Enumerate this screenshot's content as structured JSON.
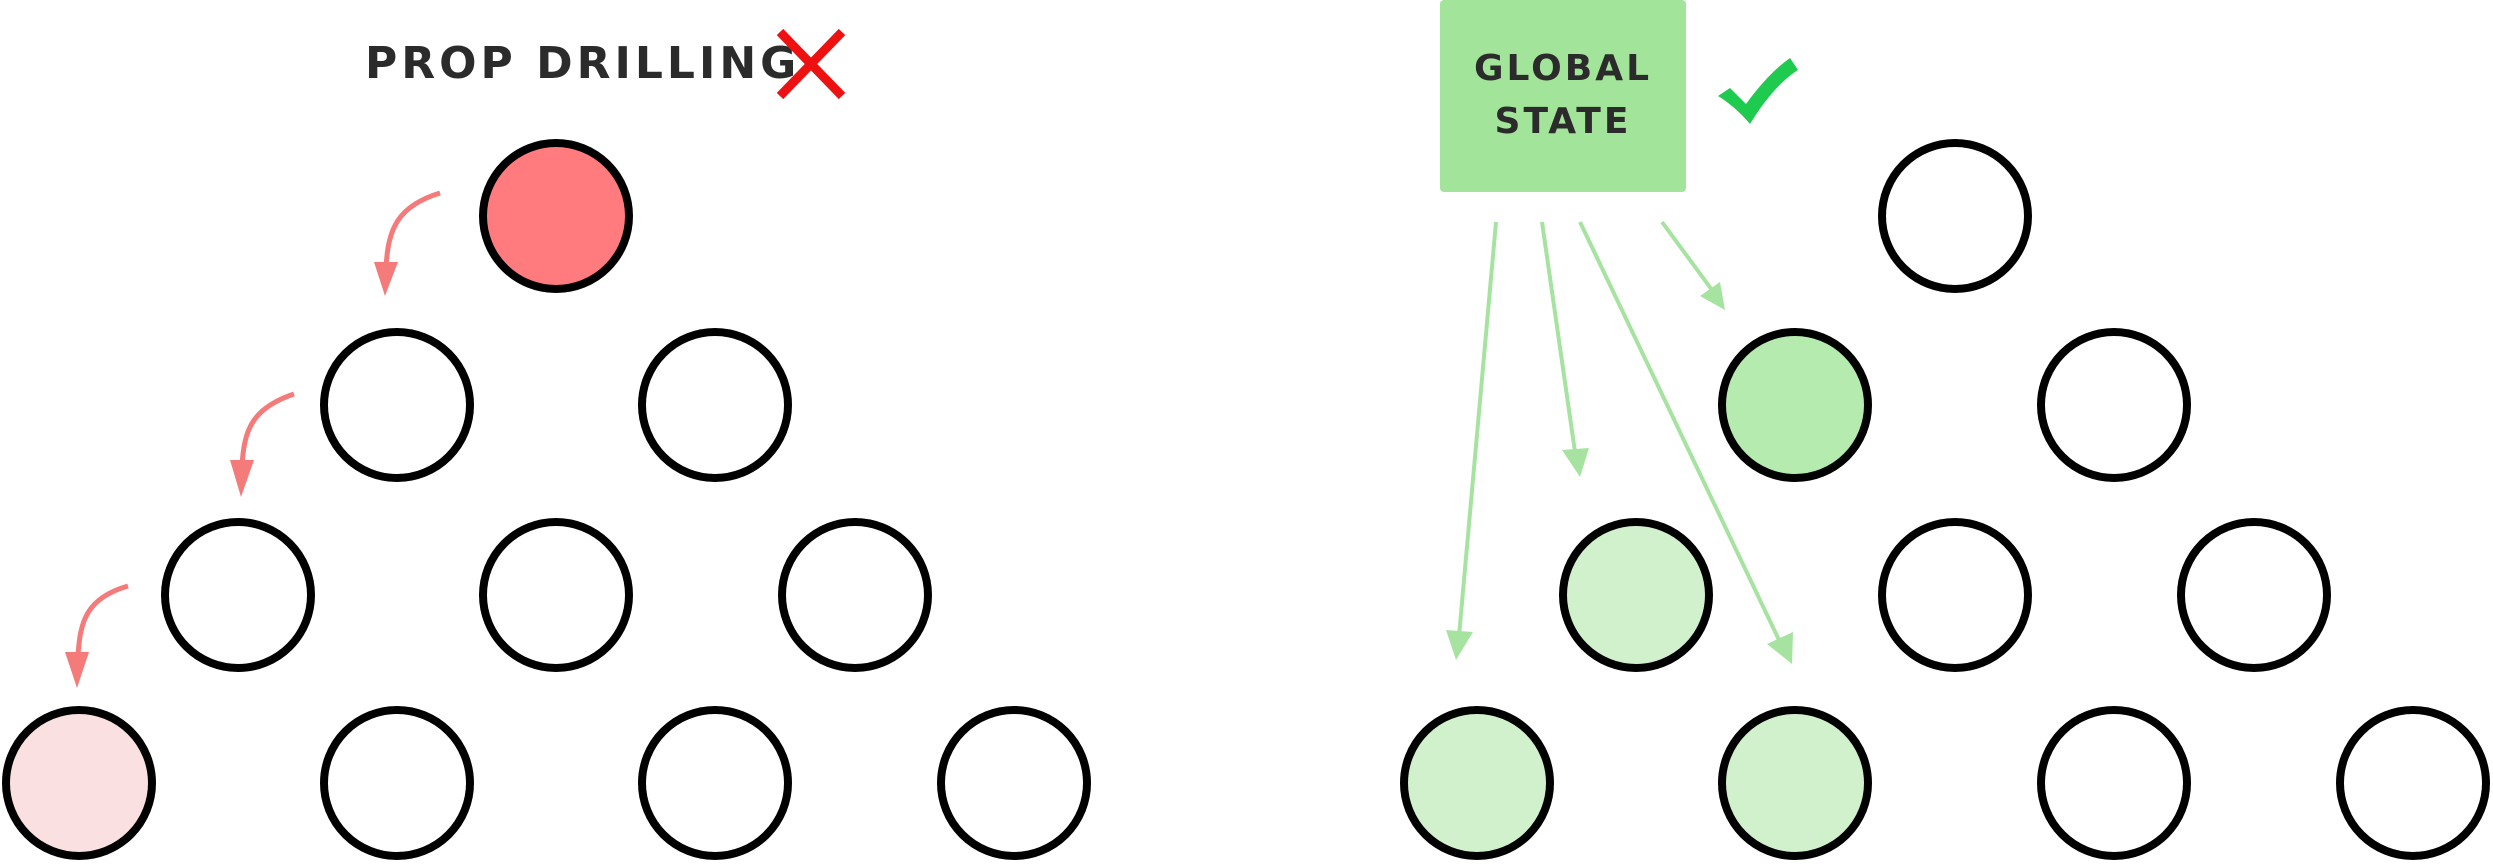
{
  "left_panel": {
    "title": "PROP DRILLING",
    "status_icon": "cross-icon",
    "status_color": "#ee1111",
    "arrow_color": "#f57a7a",
    "nodes": [
      {
        "id": "L1",
        "fill": "#ff7b7e"
      },
      {
        "id": "L2a",
        "fill": "#ffffff"
      },
      {
        "id": "L2b",
        "fill": "#ffffff"
      },
      {
        "id": "L3a",
        "fill": "#ffffff"
      },
      {
        "id": "L3b",
        "fill": "#ffffff"
      },
      {
        "id": "L3c",
        "fill": "#ffffff"
      },
      {
        "id": "L4a",
        "fill": "#fbe0e1"
      },
      {
        "id": "L4b",
        "fill": "#ffffff"
      },
      {
        "id": "L4c",
        "fill": "#ffffff"
      },
      {
        "id": "L4d",
        "fill": "#ffffff"
      }
    ]
  },
  "right_panel": {
    "box_line1": "GLOBAL",
    "box_line2": "STATE",
    "box_color": "#a3e49b",
    "status_icon": "check-icon",
    "status_color": "#1ecb4f",
    "arrow_color": "#a6e3a0",
    "nodes": [
      {
        "id": "R1",
        "fill": "#ffffff"
      },
      {
        "id": "R2a",
        "fill": "#b6ebb0"
      },
      {
        "id": "R2b",
        "fill": "#ffffff"
      },
      {
        "id": "R3a",
        "fill": "#d0f1cc"
      },
      {
        "id": "R3b",
        "fill": "#ffffff"
      },
      {
        "id": "R3c",
        "fill": "#ffffff"
      },
      {
        "id": "R4a",
        "fill": "#d0f1cc"
      },
      {
        "id": "R4b",
        "fill": "#d0f1cc"
      },
      {
        "id": "R4c",
        "fill": "#ffffff"
      },
      {
        "id": "R4d",
        "fill": "#ffffff"
      }
    ]
  }
}
